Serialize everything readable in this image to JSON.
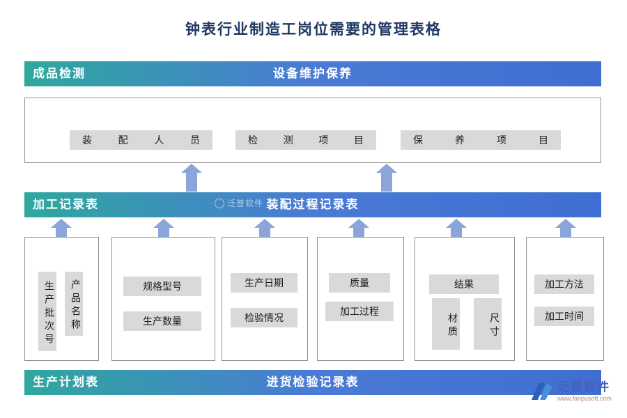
{
  "title": "钟表行业制造工岗位需要的管理表格",
  "banner_top": {
    "left": "成品检测",
    "center": "设备维护保养"
  },
  "banner_mid": {
    "left": "加工记录表",
    "center": "装配过程记录表"
  },
  "banner_bottom": {
    "left": "生产计划表",
    "center": "进货检验记录表"
  },
  "top_box": {
    "labels": [
      "装配人员",
      "检测项目",
      "保养项目"
    ]
  },
  "boxes": [
    {
      "labels": [
        "生产批次号",
        "产品名称"
      ]
    },
    {
      "labels": [
        "规格型号",
        "生产数量"
      ]
    },
    {
      "labels": [
        "生产日期",
        "检验情况"
      ]
    },
    {
      "labels": [
        "质量",
        "加工过程"
      ]
    },
    {
      "labels": [
        "结果",
        "材质",
        "尺寸"
      ]
    },
    {
      "labels": [
        "加工方法",
        "加工时间"
      ]
    }
  ],
  "watermark": "泛普软件",
  "logo": {
    "name": "泛普软件",
    "url": "www.fanpusoft.com"
  },
  "colors": {
    "banner_start": "#2ea89d",
    "banner_end": "#3f6ed2",
    "arrow": "#8ba5d8",
    "label_bg": "#d9d9d9",
    "title": "#1f3864"
  }
}
